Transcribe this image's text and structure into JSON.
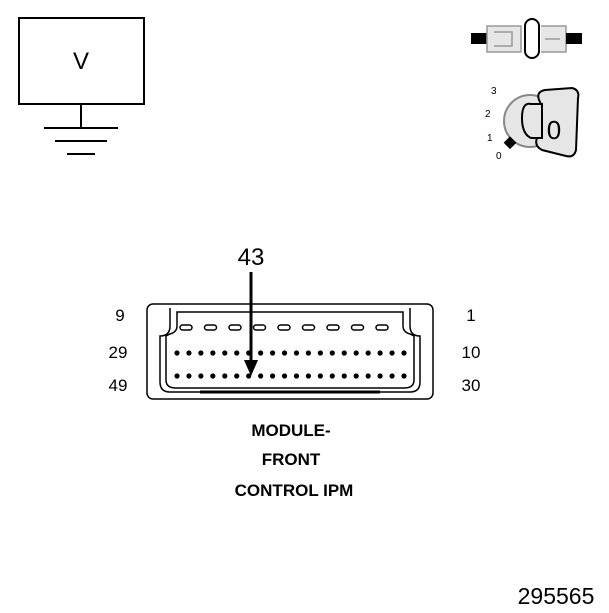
{
  "voltmeter": {
    "symbol": "V"
  },
  "ignition": {
    "positions": [
      "0",
      "1",
      "2",
      "3"
    ],
    "key_position": "0"
  },
  "connector": {
    "probe_pin": "43",
    "row_labels": {
      "top_left": "9",
      "top_right": "1",
      "mid_left": "29",
      "mid_right": "10",
      "bot_left": "49",
      "bot_right": "30"
    },
    "caption": [
      "MODULE-",
      "FRONT",
      "CONTROL IPM"
    ]
  },
  "figure_id": "295565"
}
